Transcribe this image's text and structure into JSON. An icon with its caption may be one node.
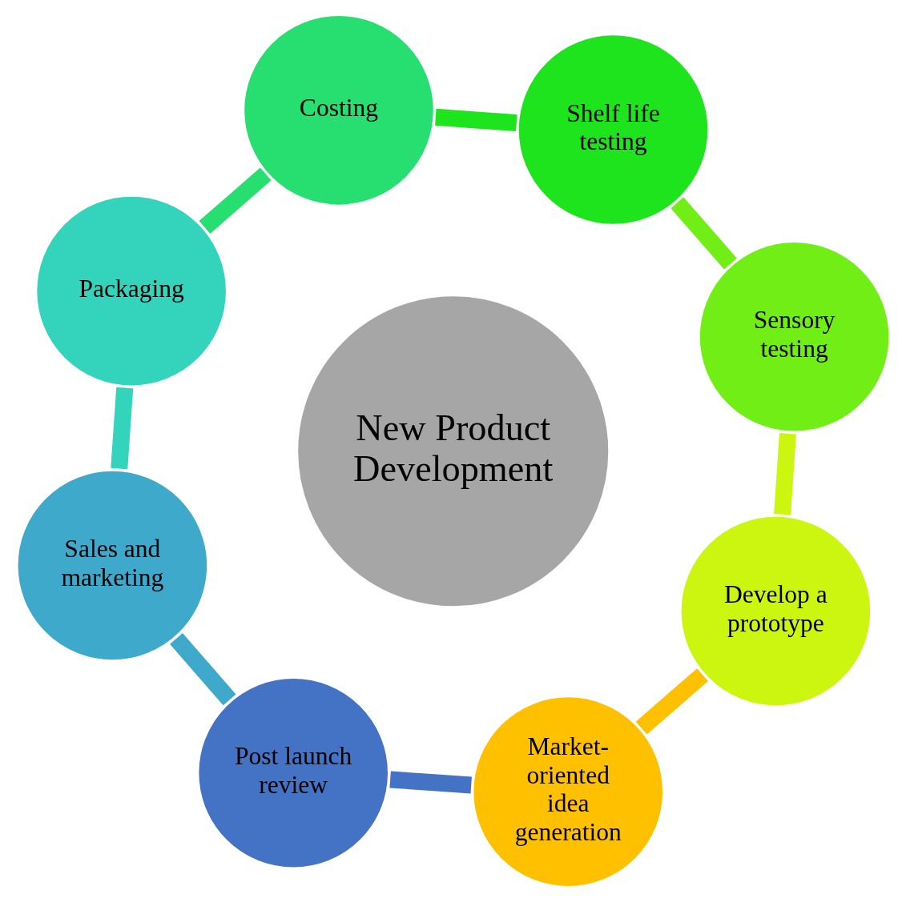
{
  "diagram": {
    "nodes": [
      {
        "text": [
          "Market-oriented idea generation"
        ]
      },
      {
        "text": [
          "Develop a prototype"
        ]
      },
      {
        "text": [
          "Sensory testing"
        ]
      },
      {
        "text": [
          "Shelf life testing"
        ]
      },
      {
        "text": [
          "Costing"
        ]
      },
      {
        "text": [
          "Packaging"
        ]
      },
      {
        "text": [
          "Sales and marketing"
        ]
      },
      {
        "text": [
          "Post launch review"
        ]
      },
      {
        "text": [
          "New Product Development"
        ]
      }
    ],
    "edges": [
      {
        "from": 0,
        "to": 1,
        "arrow": "none",
        "color": "#ffc000"
      },
      {
        "from": 1,
        "to": 2,
        "arrow": "none",
        "color": "#ccf50f"
      },
      {
        "from": 2,
        "to": 3,
        "arrow": "none",
        "color": "#72ee17"
      },
      {
        "from": 3,
        "to": 4,
        "arrow": "none",
        "color": "#1ee41e"
      },
      {
        "from": 4,
        "to": 5,
        "arrow": "none",
        "color": "#27de70"
      },
      {
        "from": 5,
        "to": 6,
        "arrow": "none",
        "color": "#33d4bb"
      },
      {
        "from": 6,
        "to": 7,
        "arrow": "none",
        "color": "#3fa9cc"
      },
      {
        "from": 7,
        "to": 0,
        "arrow": "none",
        "color": "#4472c4"
      }
    ]
  }
}
